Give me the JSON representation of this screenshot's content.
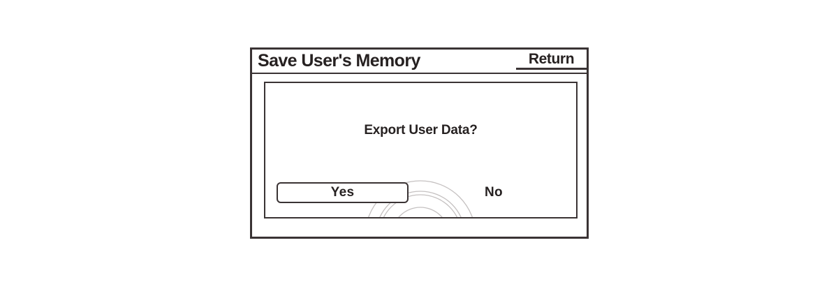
{
  "window": {
    "title": "Save User's Memory",
    "return_label": "Return"
  },
  "dialog": {
    "prompt": "Export User Data?",
    "options": [
      {
        "label": "Yes",
        "selected": true
      },
      {
        "label": "No",
        "selected": false
      }
    ],
    "yes_label": "Yes",
    "no_label": "No",
    "selected_option": "Yes"
  },
  "icons": {
    "watermark": "concentric-arcs-watermark"
  },
  "colors": {
    "background": "#ffffff",
    "border": "#3a3334",
    "text": "#262121",
    "watermark_stroke": "#c5c1c1"
  }
}
